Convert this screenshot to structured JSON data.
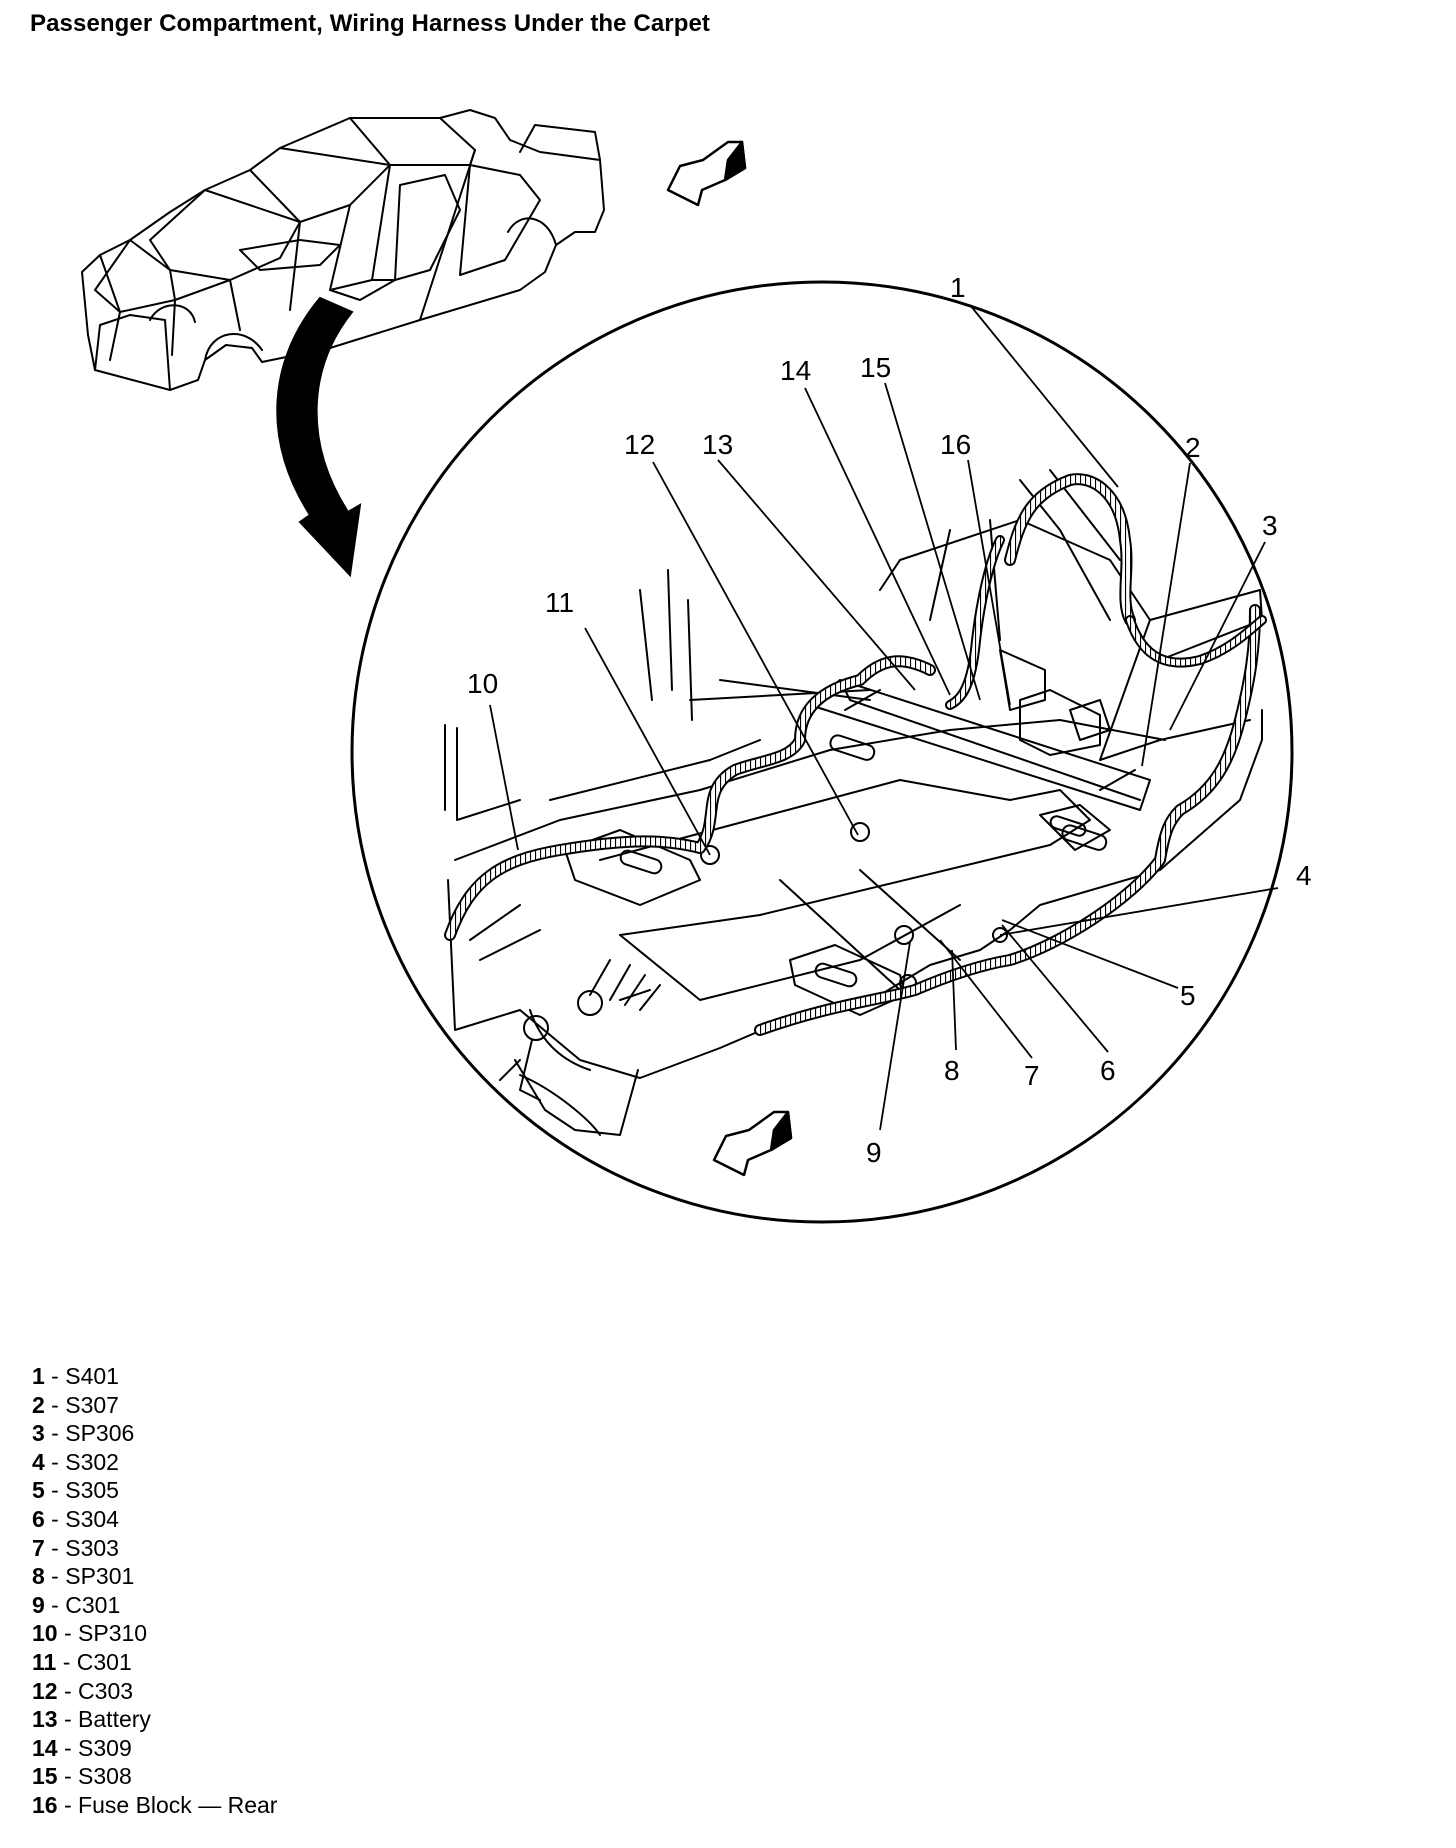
{
  "title": "Passenger Compartment, Wiring Harness Under the Carpet",
  "callouts": [
    "1",
    "2",
    "3",
    "4",
    "5",
    "6",
    "7",
    "8",
    "9",
    "10",
    "11",
    "12",
    "13",
    "14",
    "15",
    "16"
  ],
  "legend": [
    {
      "num": "1",
      "sep": " - ",
      "label": "S401"
    },
    {
      "num": "2",
      "sep": " - ",
      "label": "S307"
    },
    {
      "num": "3",
      "sep": " - ",
      "label": "SP306"
    },
    {
      "num": "4",
      "sep": " - ",
      "label": "S302"
    },
    {
      "num": "5",
      "sep": " - ",
      "label": "S305"
    },
    {
      "num": "6",
      "sep": " - ",
      "label": "S304"
    },
    {
      "num": "7",
      "sep": " - ",
      "label": "S303"
    },
    {
      "num": "8",
      "sep": " - ",
      "label": "SP301"
    },
    {
      "num": "9",
      "sep": " - ",
      "label": "C301"
    },
    {
      "num": "10",
      "sep": " - ",
      "label": "SP310"
    },
    {
      "num": "11",
      "sep": " - ",
      "label": "C301"
    },
    {
      "num": "12",
      "sep": " - ",
      "label": "C303"
    },
    {
      "num": "13",
      "sep": " - ",
      "label": "Battery"
    },
    {
      "num": "14",
      "sep": " - ",
      "label": "S309"
    },
    {
      "num": "15",
      "sep": " - ",
      "label": "S308"
    },
    {
      "num": "16",
      "sep": " - ",
      "label": "Fuse Block — Rear"
    }
  ]
}
